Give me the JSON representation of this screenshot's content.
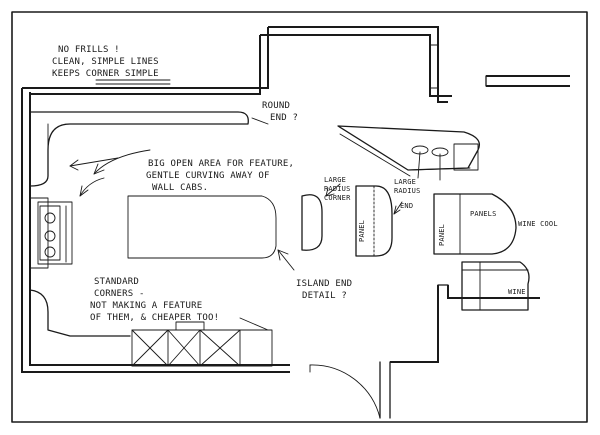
{
  "notes": {
    "no_frills": [
      "NO FRILLS !",
      "CLEAN, SIMPLE LINES",
      "KEEPS CORNER SIMPLE"
    ],
    "round_end": [
      "ROUND",
      "END ?"
    ],
    "big_open_area": [
      "BIG OPEN AREA FOR FEATURE,",
      "GENTLE CURVING AWAY OF",
      "WALL CABS."
    ],
    "large_radius_corner_left": [
      "LARGE",
      "RADIUS",
      "CORNER"
    ],
    "large_radius_end": [
      "LARGE",
      "RADIUS",
      "END"
    ],
    "standard_corners": [
      "STANDARD",
      "CORNERS -",
      "NOT MAKING A FEATURE",
      "OF THEM, & CHEAPER TOO!"
    ],
    "island_end_detail": [
      "ISLAND END",
      "DETAIL ?"
    ]
  },
  "labels": {
    "panel_vertical_left": "PANEL",
    "panel_vertical_right": "PANEL",
    "panels": "PANELS",
    "wine_cool": "WINE COOL",
    "wine": "WINE"
  }
}
